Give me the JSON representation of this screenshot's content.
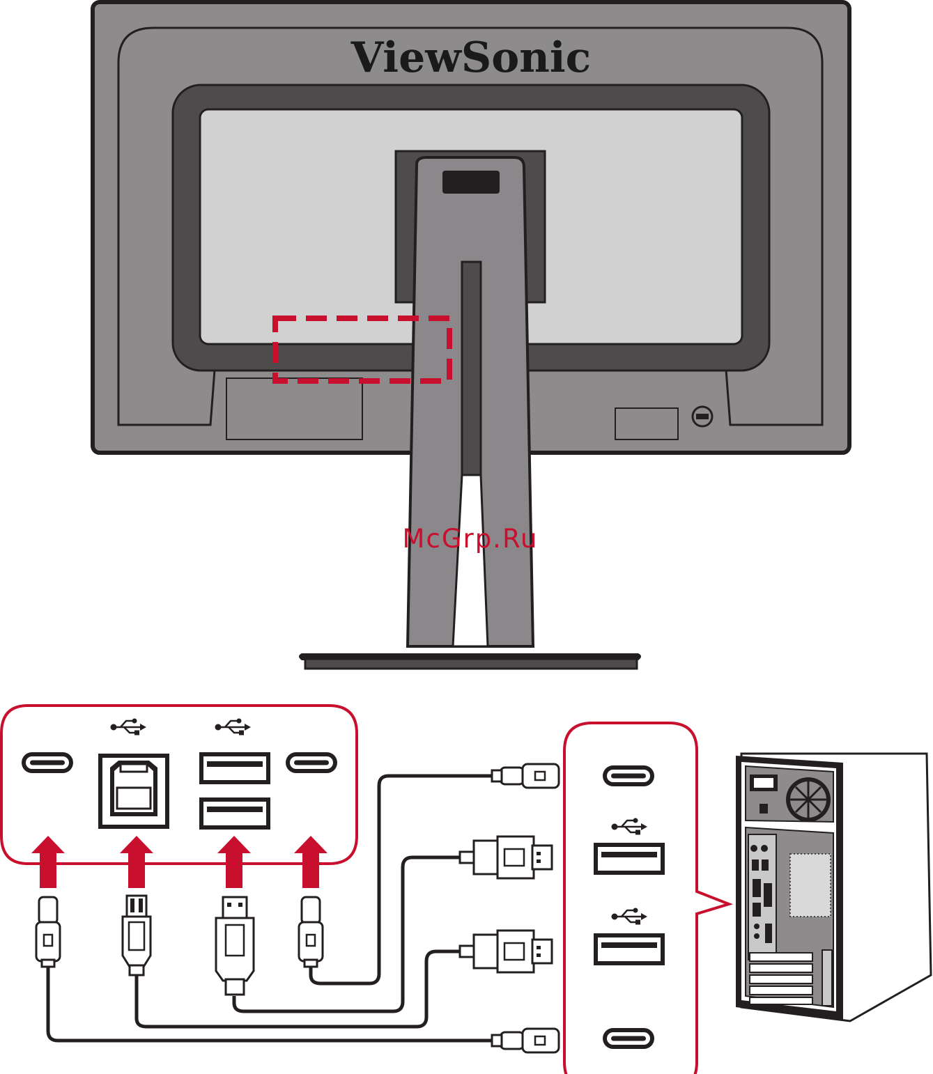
{
  "monitor": {
    "brand": "ViewSonic",
    "highlight_color": "#c8102e"
  },
  "watermark": "McGrp.Ru",
  "colors": {
    "bezel": "#8d8b8c",
    "stand": "#8a888a",
    "panel_light": "#d1d1d1",
    "dark": "#231f20",
    "accent": "#c8102e"
  },
  "ports_panel": {
    "ports": [
      "usb-c",
      "usb-b",
      "usb-a",
      "usb-a",
      "usb-c"
    ],
    "icons": [
      "usb-icon",
      "usb-icon"
    ]
  },
  "pc_panel": {
    "ports": [
      "usb-c",
      "usb-a",
      "usb-a",
      "usb-c"
    ],
    "icons": [
      "usb-icon",
      "usb-icon"
    ]
  },
  "cables": [
    "usb-c-to-usb-c",
    "usb-b-to-usb-a",
    "usb-a-to-usb-a",
    "usb-c-to-usb-c"
  ]
}
